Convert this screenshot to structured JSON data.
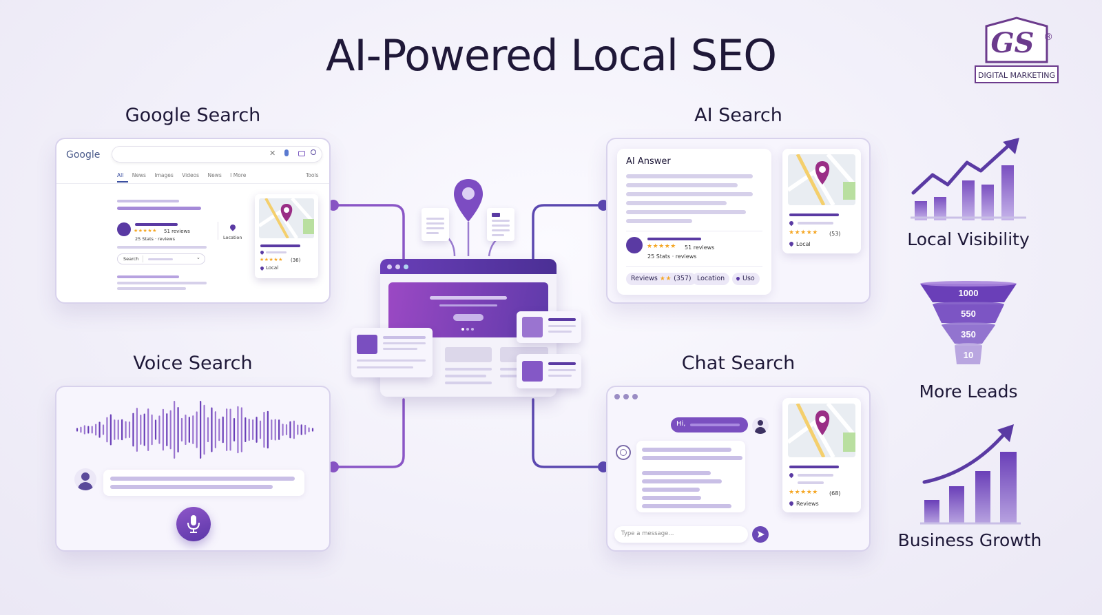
{
  "title": "AI-Powered Local SEO",
  "logo": {
    "mark": "GS",
    "registered": "®",
    "tagline": "DIGITAL MARKETING"
  },
  "google_search": {
    "heading": "Google Search",
    "brand": "Google",
    "tabs": [
      "All",
      "News",
      "Images",
      "Videos",
      "News",
      "I More"
    ],
    "tools": "Tools",
    "stars": "★★★★★",
    "reviews": "51 reviews",
    "stats": "25 Stats · reviews",
    "location": "Location",
    "search_button": "Search",
    "map_card": {
      "stars": "★★★★★",
      "count": "(36)",
      "tag": "Local"
    }
  },
  "ai_search": {
    "heading": "AI Search",
    "answer_title": "AI Answer",
    "stars": "★★★★★",
    "reviews": "51 reviews",
    "stats": "25 Stats · reviews",
    "chips": {
      "reviews": "Reviews",
      "reviews_stars": "★★",
      "reviews_count": "(357)",
      "location": "Location",
      "uso": "Uso"
    },
    "map_card": {
      "stars": "★★★★★",
      "count": "(53)",
      "tag": "Local"
    }
  },
  "voice_search": {
    "heading": "Voice Search"
  },
  "chat_search": {
    "heading": "Chat Search",
    "greeting": "Hi,",
    "placeholder": "Type a message...",
    "map_card": {
      "stars": "★★★★★",
      "count": "(68)",
      "tag": "Reviews"
    }
  },
  "metrics": {
    "visibility_label": "Local Visibility",
    "funnel": [
      1000,
      550,
      350,
      10
    ],
    "leads_label": "More Leads",
    "growth_label": "Business Growth"
  },
  "colors": {
    "primary": "#7a4fc0",
    "dark": "#4b2f95",
    "light": "#c9bfe6",
    "text": "#1e1838",
    "star": "#f5a623"
  }
}
